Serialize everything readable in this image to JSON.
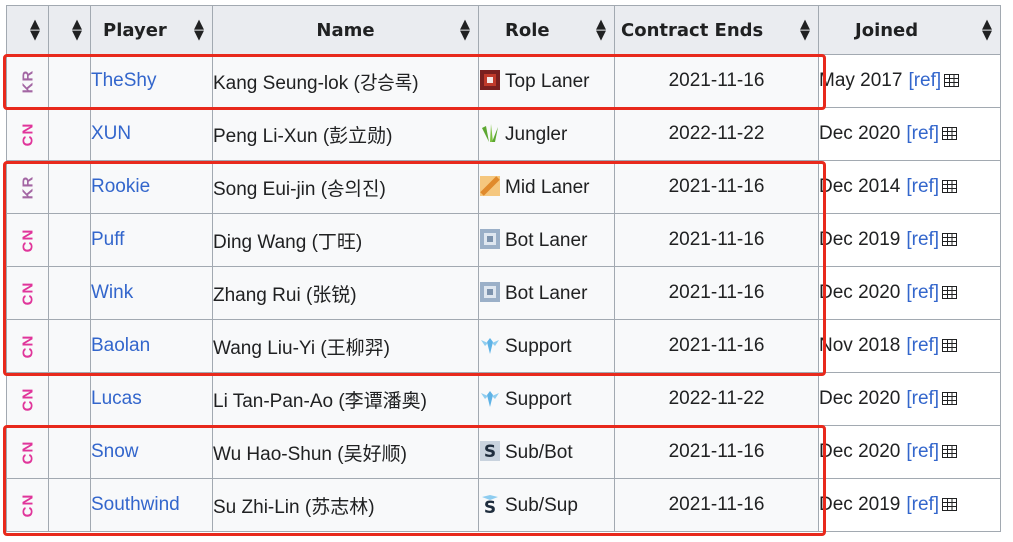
{
  "headers": {
    "nat": "",
    "num": "",
    "player": "Player",
    "name": "Name",
    "role": "Role",
    "contract": "Contract Ends",
    "joined": "Joined"
  },
  "rows": [
    {
      "nat": "KR",
      "player": "TheShy",
      "name": "Kang Seung-lok (강승록)",
      "role": "Top Laner",
      "role_icon": "top-laner-icon",
      "contract": "2021-11-16",
      "joined": "May 2017",
      "ref": "[ref]"
    },
    {
      "nat": "CN",
      "player": "XUN",
      "name": "Peng Li-Xun (彭立勋)",
      "role": "Jungler",
      "role_icon": "jungler-icon",
      "contract": "2022-11-22",
      "joined": "Dec 2020",
      "ref": "[ref]"
    },
    {
      "nat": "KR",
      "player": "Rookie",
      "name": "Song Eui-jin (송의진)",
      "role": "Mid Laner",
      "role_icon": "mid-laner-icon",
      "contract": "2021-11-16",
      "joined": "Dec 2014",
      "ref": "[ref]"
    },
    {
      "nat": "CN",
      "player": "Puff",
      "name": "Ding Wang (丁旺)",
      "role": "Bot Laner",
      "role_icon": "bot-laner-icon",
      "contract": "2021-11-16",
      "joined": "Dec 2019",
      "ref": "[ref]"
    },
    {
      "nat": "CN",
      "player": "Wink",
      "name": "Zhang Rui (张锐)",
      "role": "Bot Laner",
      "role_icon": "bot-laner-icon",
      "contract": "2021-11-16",
      "joined": "Dec 2020",
      "ref": "[ref]"
    },
    {
      "nat": "CN",
      "player": "Baolan",
      "name": "Wang Liu-Yi (王柳羿)",
      "role": "Support",
      "role_icon": "support-icon",
      "contract": "2021-11-16",
      "joined": "Nov 2018",
      "ref": "[ref]"
    },
    {
      "nat": "CN",
      "player": "Lucas",
      "name": "Li Tan-Pan-Ao (李谭潘奥)",
      "role": "Support",
      "role_icon": "support-icon",
      "contract": "2022-11-22",
      "joined": "Dec 2020",
      "ref": "[ref]"
    },
    {
      "nat": "CN",
      "player": "Snow",
      "name": "Wu Hao-Shun (吴好顺)",
      "role": "Sub/Bot",
      "role_icon": "sub-bot-icon",
      "contract": "2021-11-16",
      "joined": "Dec 2020",
      "ref": "[ref]"
    },
    {
      "nat": "CN",
      "player": "Southwind",
      "name": "Su Zhi-Lin (苏志林)",
      "role": "Sub/Sup",
      "role_icon": "sub-sup-icon",
      "contract": "2021-11-16",
      "joined": "Dec 2019",
      "ref": "[ref]"
    }
  ],
  "colors": {
    "highlight": "#e8291c",
    "link": "#3366cc",
    "kr": "#a366a3",
    "cn": "#e0359a"
  }
}
